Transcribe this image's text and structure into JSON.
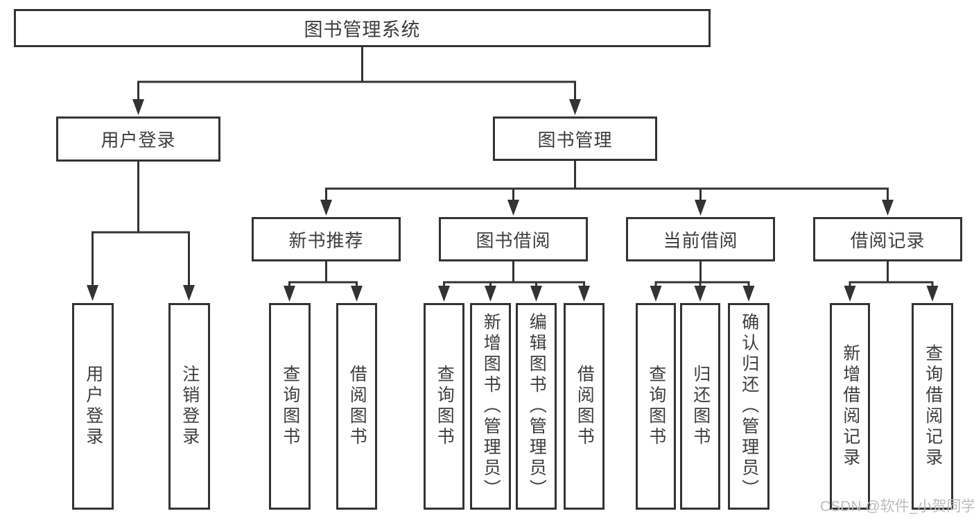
{
  "colors": {
    "box_border": "#333333",
    "connector_line": "#333333",
    "text": "#3d3d3d",
    "watermark": "#bcbcbc",
    "background": "#ffffff"
  },
  "watermark": {
    "text": "CSDN @软件_小贺同学"
  },
  "tree": {
    "label": "图书管理系统",
    "children": [
      {
        "label": "用户登录",
        "children": [
          {
            "label": "用户登录"
          },
          {
            "label": "注销登录"
          }
        ]
      },
      {
        "label": "图书管理",
        "children": [
          {
            "label": "新书推荐",
            "children": [
              {
                "label": "查询图书"
              },
              {
                "label": "借阅图书"
              }
            ]
          },
          {
            "label": "图书借阅",
            "children": [
              {
                "label": "查询图书"
              },
              {
                "label": "新增图书（管理员）"
              },
              {
                "label": "编辑图书（管理员）"
              },
              {
                "label": "借阅图书"
              }
            ]
          },
          {
            "label": "当前借阅",
            "children": [
              {
                "label": "查询图书"
              },
              {
                "label": "归还图书"
              },
              {
                "label": "确认归还（管理员）"
              }
            ]
          },
          {
            "label": "借阅记录",
            "children": [
              {
                "label": "新增借阅记录"
              },
              {
                "label": "查询借阅记录"
              }
            ]
          }
        ]
      }
    ]
  }
}
